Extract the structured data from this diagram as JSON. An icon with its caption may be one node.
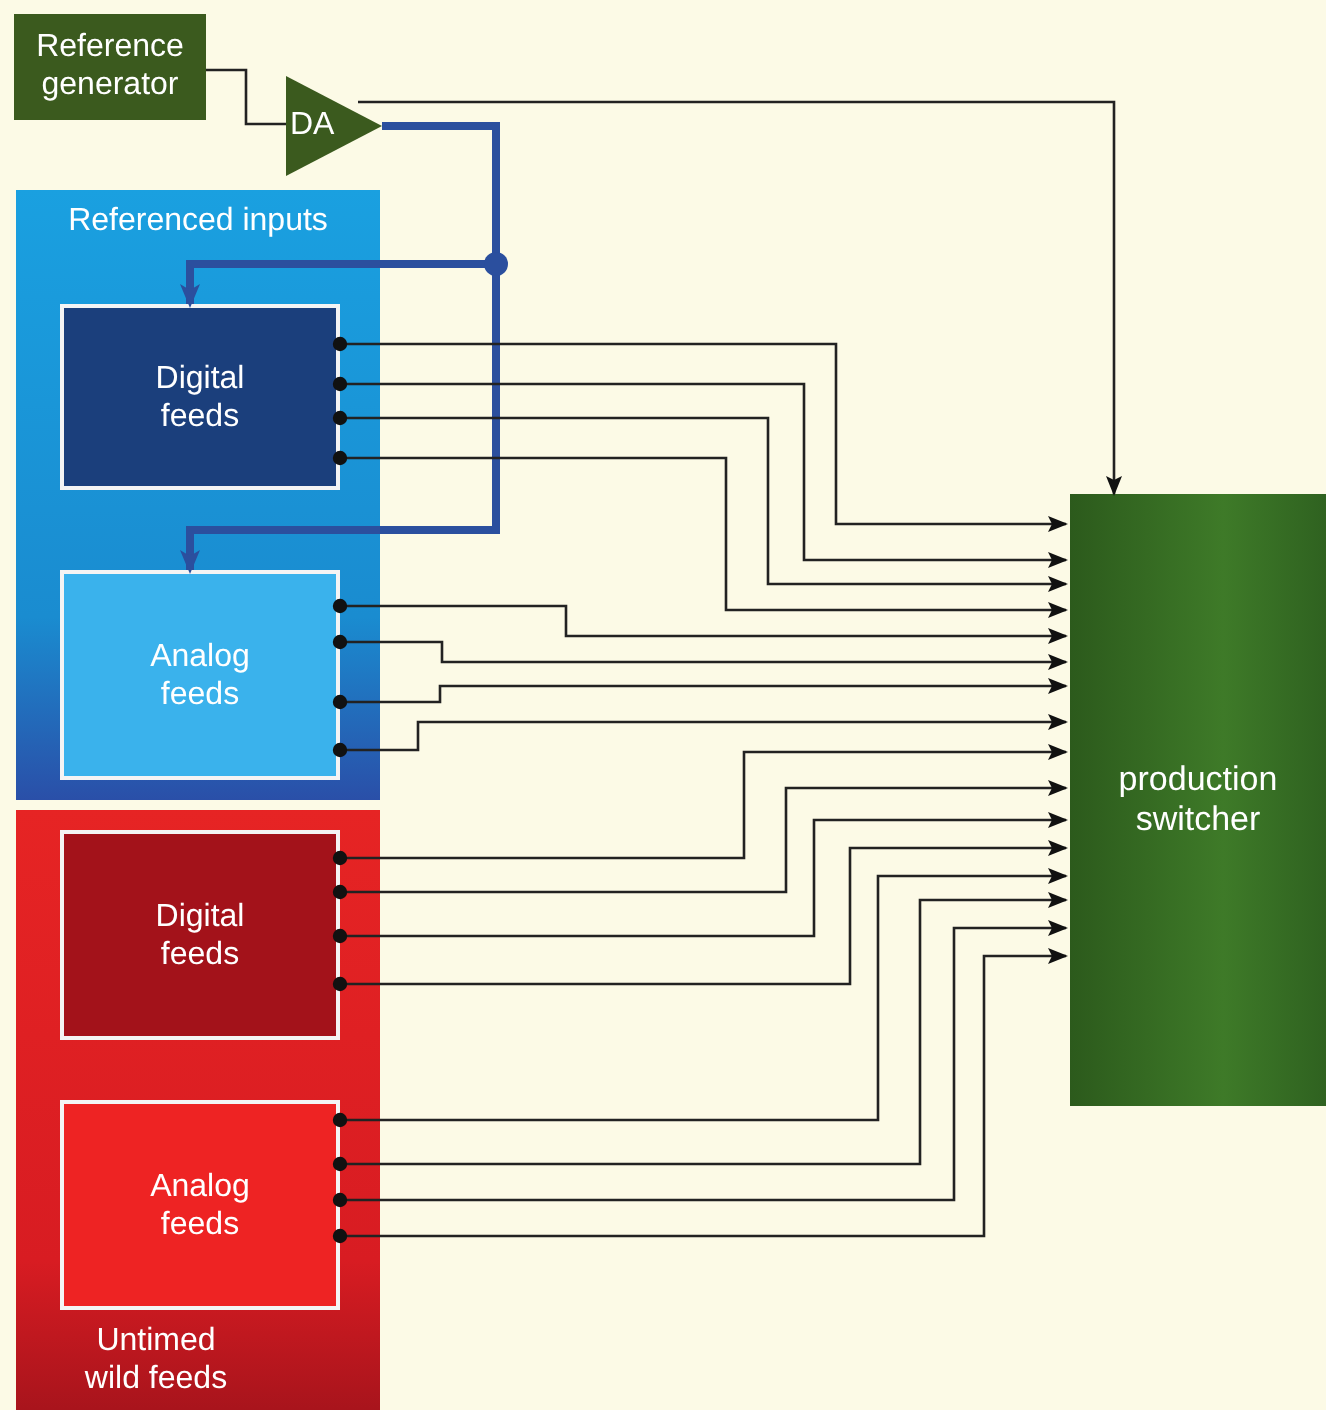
{
  "diagram": {
    "nodes": [
      {
        "text": [
          "Reference generator"
        ]
      },
      {
        "text": [
          "DA"
        ]
      },
      {
        "text": [
          "Referenced inputs"
        ]
      },
      {
        "text": [
          "Digital feeds"
        ],
        "in": 2
      },
      {
        "text": [
          "Analog feeds"
        ],
        "in": 2
      },
      {
        "text": [
          "Untimed wild feeds"
        ]
      },
      {
        "text": [
          "Digital feeds"
        ],
        "in": 5
      },
      {
        "text": [
          "Analog feeds"
        ],
        "in": 5
      },
      {
        "text": [
          "production switcher"
        ]
      }
    ],
    "edges": [
      {
        "from": 0,
        "to": 1,
        "arrow": "none"
      },
      {
        "from": 1,
        "to": 8,
        "arrow": "to"
      },
      {
        "from": 1,
        "to": 3,
        "arrow": "to",
        "style": "thick",
        "color": "#2b4f9e"
      },
      {
        "from": 1,
        "to": 4,
        "arrow": "to",
        "style": "thick",
        "color": "#2b4f9e"
      },
      {
        "from": 3,
        "to": 8,
        "arrow": "to"
      },
      {
        "from": 3,
        "to": 8,
        "arrow": "to"
      },
      {
        "from": 3,
        "to": 8,
        "arrow": "to"
      },
      {
        "from": 3,
        "to": 8,
        "arrow": "to"
      },
      {
        "from": 4,
        "to": 8,
        "arrow": "to"
      },
      {
        "from": 4,
        "to": 8,
        "arrow": "to"
      },
      {
        "from": 4,
        "to": 8,
        "arrow": "to"
      },
      {
        "from": 4,
        "to": 8,
        "arrow": "to"
      },
      {
        "from": 6,
        "to": 8,
        "arrow": "to"
      },
      {
        "from": 6,
        "to": 8,
        "arrow": "to"
      },
      {
        "from": 6,
        "to": 8,
        "arrow": "to"
      },
      {
        "from": 6,
        "to": 8,
        "arrow": "to"
      },
      {
        "from": 7,
        "to": 8,
        "arrow": "to"
      },
      {
        "from": 7,
        "to": 8,
        "arrow": "to"
      },
      {
        "from": 7,
        "to": 8,
        "arrow": "to"
      },
      {
        "from": 7,
        "to": 8,
        "arrow": "to"
      }
    ]
  }
}
